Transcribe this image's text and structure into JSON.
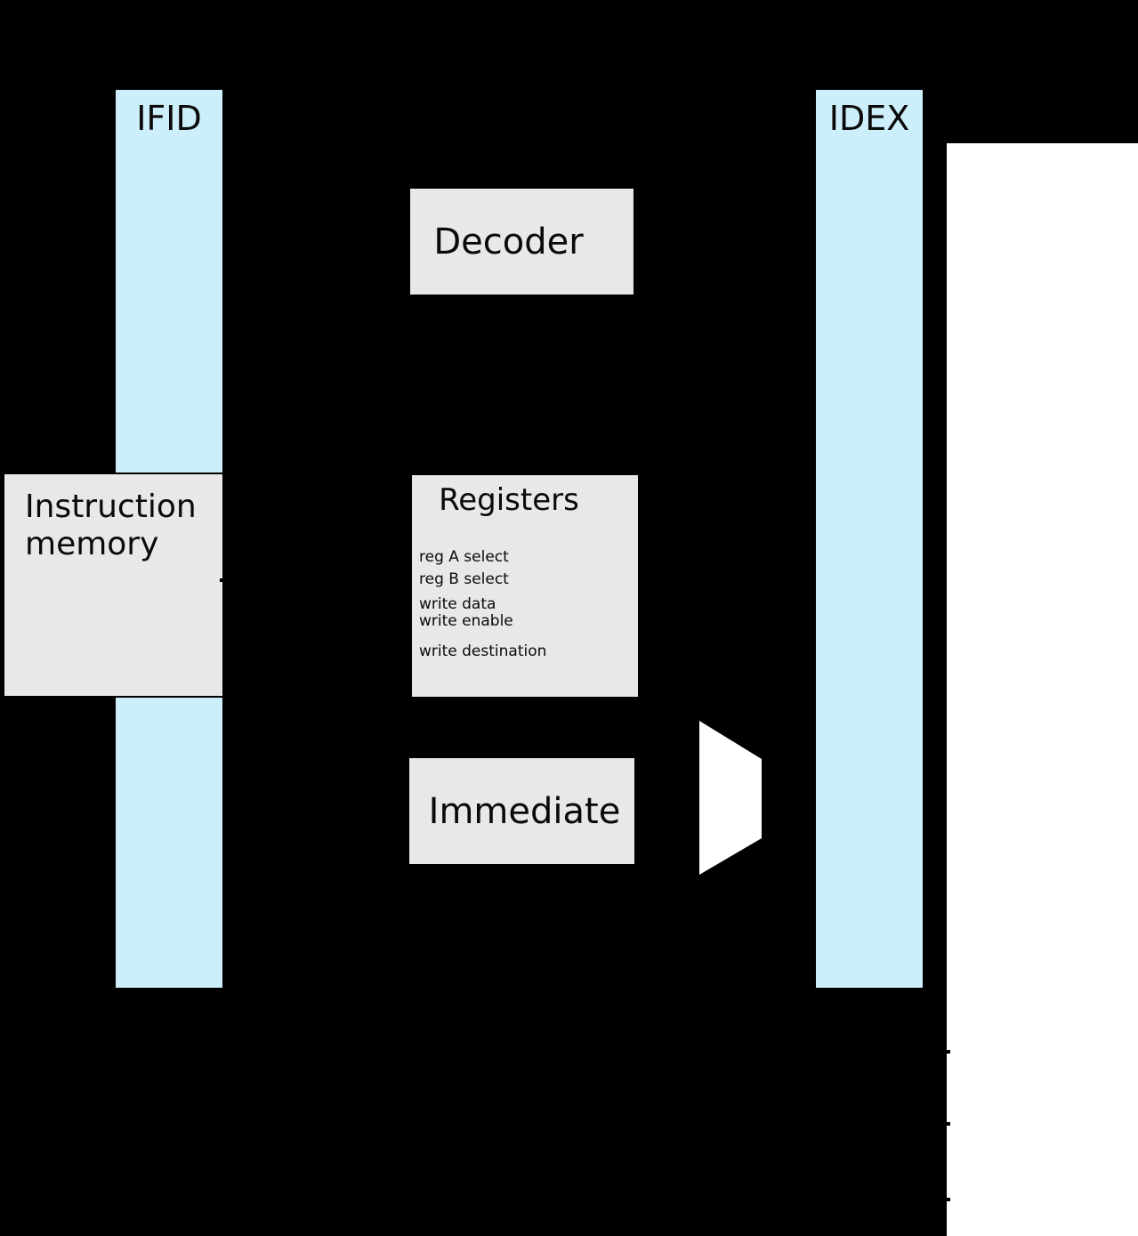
{
  "colors": {
    "bg": "#000000",
    "regfill": "#cdeefb",
    "blockfill": "#e8e8e8",
    "stroke": "#000000",
    "white": "#ffffff",
    "text": "#0a0a0a"
  },
  "pipeline_registers": {
    "ifid": {
      "label": "IFID"
    },
    "idex": {
      "label": "IDEX"
    }
  },
  "blocks": {
    "decoder": {
      "label": "Decoder"
    },
    "instruction_memory": {
      "line1": "Instruction",
      "line2": "memory"
    },
    "registers": {
      "title": "Registers",
      "ports": [
        "reg A select",
        "reg B select",
        "write data",
        "write enable",
        "write destination"
      ]
    },
    "immediate": {
      "label": "Immediate"
    }
  }
}
